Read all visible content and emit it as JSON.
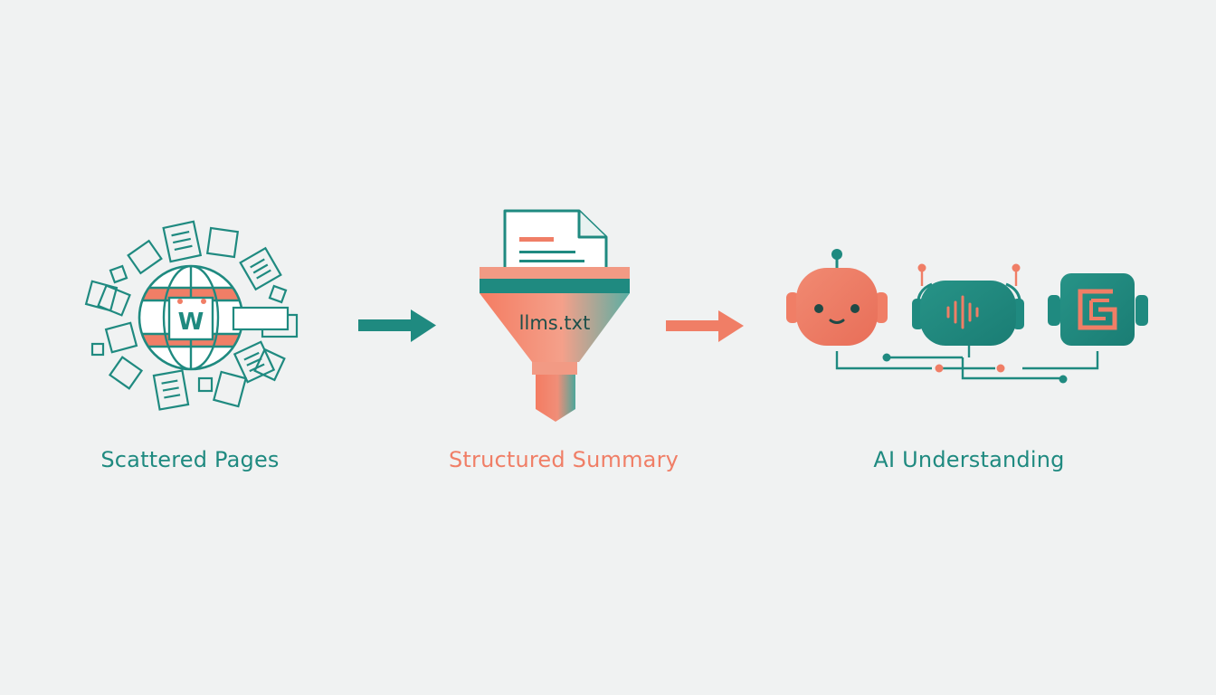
{
  "colors": {
    "background": "#f0f2f2",
    "teal": "#1f8a80",
    "teal_dark": "#17766e",
    "coral": "#f07e66",
    "coral_light": "#f5a08c",
    "paper": "#ffffff"
  },
  "stages": [
    {
      "caption": "Scattered Pages",
      "icon": "globe-with-scattered-pages-icon",
      "caption_color": "#1f8a80"
    },
    {
      "caption": "Structured Summary",
      "icon": "funnel-with-document-icon",
      "caption_color": "#f07e66"
    },
    {
      "caption": "AI Understanding",
      "icon": "ai-robots-network-icon",
      "caption_color": "#1f8a80"
    }
  ],
  "globe": {
    "letter": "W"
  },
  "funnel": {
    "label": "llms.txt"
  },
  "connectors": [
    {
      "icon": "arrow-right-icon",
      "color": "#1f8a80"
    },
    {
      "icon": "arrow-right-icon",
      "color": "#f07e66"
    }
  ]
}
